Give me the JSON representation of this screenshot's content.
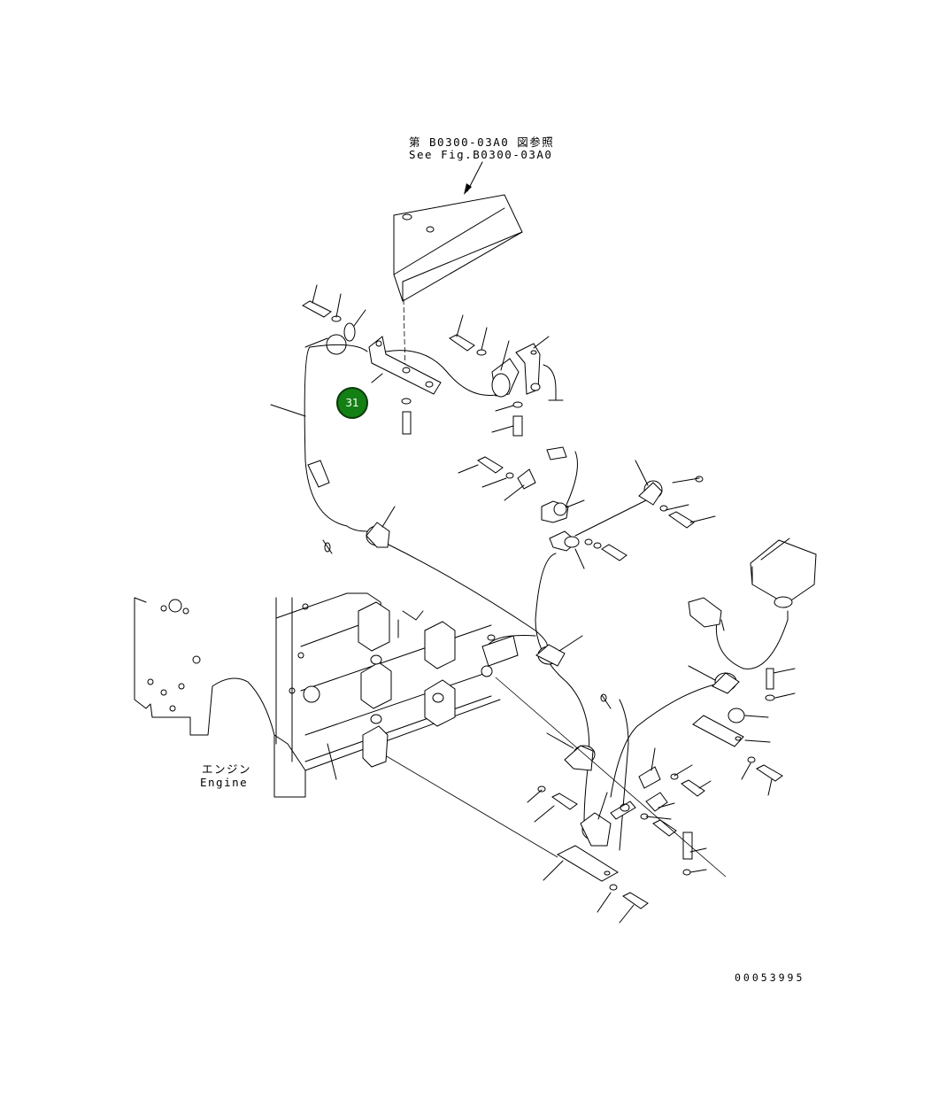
{
  "reference_note": {
    "line1": "第 B0300-03A0 図参照",
    "line2": "See Fig.B0300-03A0"
  },
  "engine_label": {
    "jp": "エンジン",
    "en": "Engine"
  },
  "callouts": [
    {
      "number": "31",
      "color": "#138013"
    }
  ],
  "drawing_number": "00053995"
}
